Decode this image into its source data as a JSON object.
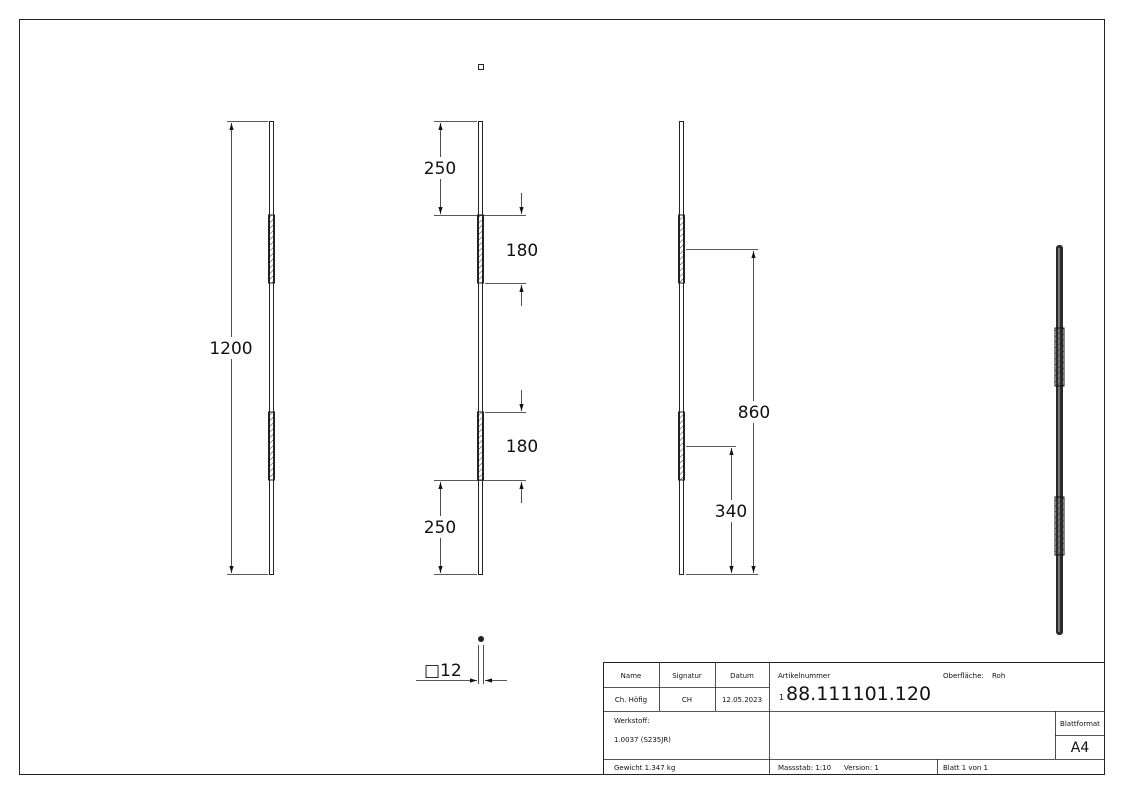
{
  "drawing": {
    "dimensions": {
      "overall_length": "1200",
      "end_segment_top": "250",
      "twist_length_top": "180",
      "twist_length_bottom": "180",
      "end_segment_bottom": "250",
      "twist_distance_upper": "860",
      "twist_distance_lower": "340",
      "section_size": "□12"
    }
  },
  "title_block": {
    "name_label": "Name",
    "signature_label": "Signatur",
    "date_label": "Datum",
    "name_value": "Ch. Höfig",
    "signature_value": "CH",
    "date_value": "12.05.2023",
    "article_label": "Artikelnummer",
    "article_prefix": "1",
    "article_number": "88.111101.120",
    "surface_label": "Oberfläche:",
    "surface_value": "Roh",
    "material_label": "Werkstoff:",
    "material_value": "1.0037 (S235JR)",
    "sheet_format_label": "Blattformat",
    "sheet_format_value": "A4",
    "weight_text": "Gewicht 1.347 kg",
    "scale_text": "Massstab: 1:10",
    "version_text": "Version: 1",
    "sheet_text": "Blatt 1 von 1"
  }
}
